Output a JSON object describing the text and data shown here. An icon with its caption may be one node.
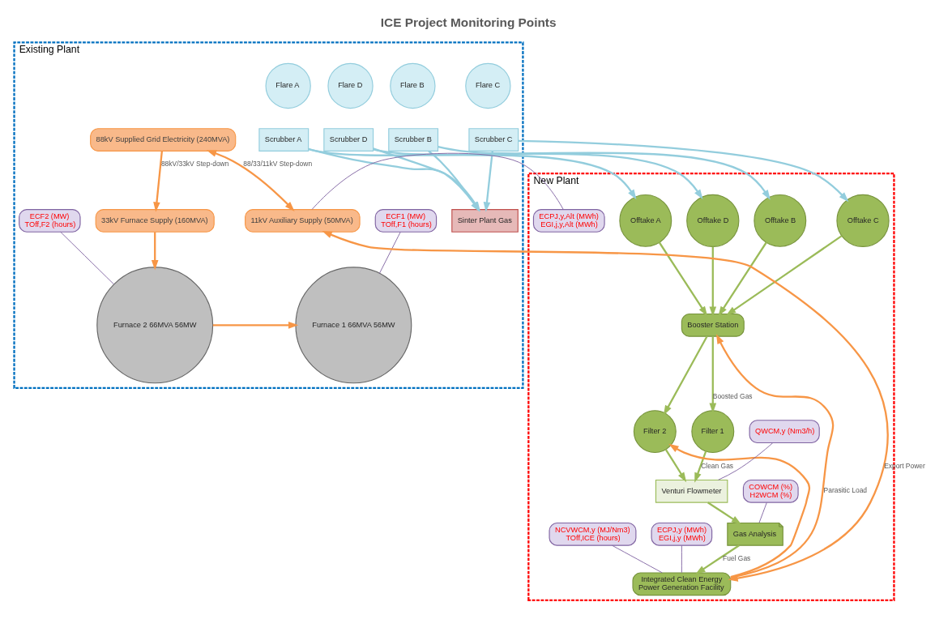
{
  "diagram": {
    "title": "ICE Project Monitoring Points",
    "nodes": [
      {
        "text": [
          "Existing Plant"
        ]
      },
      {
        "text": [
          "88kV Supplied Grid Electricity (240MVA)"
        ],
        "in": 0
      },
      {
        "text": [
          "11kV Auxiliary Supply (50MVA)"
        ],
        "in": 0
      },
      {
        "text": [
          "33kV Furnace Supply (160MVA)"
        ],
        "in": 0
      },
      {
        "text": [
          "Furnace 1 66MVA 56MW"
        ],
        "in": 0
      },
      {
        "text": [
          "Furnace 2 66MVA 56MW"
        ],
        "in": 0
      },
      {
        "text": [
          "Sinter Plant Gas"
        ],
        "in": 0
      },
      {
        "text": [
          "Flare A"
        ],
        "in": 0
      },
      {
        "text": [
          "Flare B"
        ],
        "in": 0
      },
      {
        "text": [
          "Flare C"
        ],
        "in": 0
      },
      {
        "text": [
          "Flare D"
        ],
        "in": 0
      },
      {
        "text": [
          "Scrubber A"
        ],
        "in": 0
      },
      {
        "text": [
          "Scrubber B"
        ],
        "in": 0
      },
      {
        "text": [
          "Scrubber C"
        ],
        "in": 0
      },
      {
        "text": [
          "Scrubber D"
        ],
        "in": 0
      },
      {
        "text": [
          "ECF1 (MW)",
          "TOff,F1 (hours)"
        ],
        "in": 0
      },
      {
        "text": [
          "ECF2 (MW)",
          "TOff,F2 (hours)"
        ],
        "in": 0
      },
      {
        "text": [
          "New Plant"
        ]
      },
      {
        "text": [
          "Offtake A"
        ],
        "in": 17
      },
      {
        "text": [
          "Offtake B"
        ],
        "in": 17
      },
      {
        "text": [
          "Offtake C"
        ],
        "in": 17
      },
      {
        "text": [
          "Offtake D"
        ],
        "in": 17
      },
      {
        "text": [
          "Booster Station"
        ],
        "in": 17
      },
      {
        "text": [
          "Filter 1"
        ],
        "in": 17
      },
      {
        "text": [
          "Filter 2"
        ],
        "in": 17
      },
      {
        "text": [
          "Venturi Flowmeter"
        ],
        "in": 17
      },
      {
        "text": [
          "Gas Analysis"
        ],
        "in": 17
      },
      {
        "text": [
          "Integrated Clean Energy",
          "Power Generation Facility"
        ],
        "in": 17
      },
      {
        "text": [
          "ECPJ,y,Alt (MWh)",
          "EGI,j,y,Alt (MWh)"
        ],
        "in": 17
      },
      {
        "text": [
          "ECPJ,y (MWh)",
          "EGI,j,y (MWh)"
        ],
        "in": 17
      },
      {
        "text": [
          "NCVWCM,y (MJ/Nm3)",
          "TOff,ICE (hours)"
        ],
        "in": 17
      },
      {
        "text": [
          "COWCM (%)",
          "H2WCM (%)"
        ],
        "in": 17
      },
      {
        "text": [
          "QWCM,y (Nm3/h)"
        ],
        "in": 17
      }
    ],
    "edges": [
      {
        "from": 1,
        "to": 2,
        "arrow": "both",
        "label": "88/33/11kV Step-down",
        "color": "#f79646"
      },
      {
        "from": 1,
        "to": 3,
        "arrow": "to",
        "label": "88kV/33kV Step-down",
        "color": "#f79646"
      },
      {
        "from": 3,
        "to": 5,
        "arrow": "to",
        "color": "#f79646"
      },
      {
        "from": 5,
        "to": 4,
        "arrow": "to",
        "color": "#f79646"
      },
      {
        "from": 11,
        "to": 6,
        "arrow": "to",
        "color": "#93cddd"
      },
      {
        "from": 12,
        "to": 6,
        "arrow": "to",
        "color": "#93cddd"
      },
      {
        "from": 13,
        "to": 6,
        "arrow": "to",
        "color": "#93cddd"
      },
      {
        "from": 14,
        "to": 6,
        "arrow": "to",
        "color": "#93cddd"
      },
      {
        "from": 11,
        "to": 18,
        "arrow": "to",
        "color": "#93cddd"
      },
      {
        "from": 12,
        "to": 19,
        "arrow": "to",
        "color": "#93cddd"
      },
      {
        "from": 13,
        "to": 20,
        "arrow": "to",
        "color": "#93cddd"
      },
      {
        "from": 14,
        "to": 21,
        "arrow": "to",
        "color": "#93cddd"
      },
      {
        "from": 18,
        "to": 22,
        "arrow": "to"
      },
      {
        "from": 19,
        "to": 22,
        "arrow": "to"
      },
      {
        "from": 20,
        "to": 22,
        "arrow": "to"
      },
      {
        "from": 21,
        "to": 22,
        "arrow": "to"
      },
      {
        "from": 22,
        "to": 23,
        "arrow": "to",
        "label": "Boosted Gas"
      },
      {
        "from": 22,
        "to": 24,
        "arrow": "to"
      },
      {
        "from": 23,
        "to": 25,
        "arrow": "to",
        "label": "Clean Gas"
      },
      {
        "from": 24,
        "to": 25,
        "arrow": "to"
      },
      {
        "from": 25,
        "to": 26,
        "arrow": "to"
      },
      {
        "from": 26,
        "to": 27,
        "arrow": "to",
        "label": "Fuel Gas"
      },
      {
        "from": 27,
        "to": 2,
        "arrow": "both",
        "label": "Export Power",
        "color": "#f79646"
      },
      {
        "from": 27,
        "to": 22,
        "arrow": "to",
        "label": "Parasitic Load",
        "color": "#f79646"
      },
      {
        "from": 27,
        "to": 24,
        "arrow": "to",
        "color": "#f79646"
      },
      {
        "from": 15,
        "to": 4,
        "arrow": "none",
        "color": "#8064a2"
      },
      {
        "from": 16,
        "to": 5,
        "arrow": "none",
        "color": "#8064a2"
      },
      {
        "from": 28,
        "to": 2,
        "arrow": "none",
        "color": "#8064a2"
      },
      {
        "from": 29,
        "to": 27,
        "arrow": "none",
        "color": "#8064a2"
      },
      {
        "from": 30,
        "to": 27,
        "arrow": "none",
        "color": "#8064a2"
      },
      {
        "from": 31,
        "to": 26,
        "arrow": "none",
        "color": "#8064a2"
      },
      {
        "from": 32,
        "to": 25,
        "arrow": "none",
        "color": "#8064a2"
      }
    ]
  }
}
